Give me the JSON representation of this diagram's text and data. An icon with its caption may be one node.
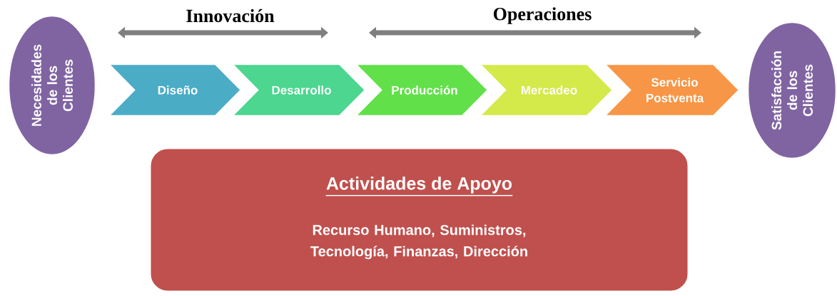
{
  "diagram": {
    "nodes": [
      {
        "text": [
          "Necesidades de los Clientes"
        ]
      },
      {
        "text": [
          "Diseño"
        ]
      },
      {
        "text": [
          "Desarrollo"
        ]
      },
      {
        "text": [
          "Producción"
        ]
      },
      {
        "text": [
          "Mercadeo"
        ]
      },
      {
        "text": [
          "Servicio Postventa"
        ]
      },
      {
        "text": [
          "Satisfacción de los Clientes"
        ]
      },
      {
        "text": [
          "Actividades de Apoyo",
          "Recurso Humano, Suministros, Tecnología, Finanzas, Dirección"
        ]
      }
    ],
    "labels": [
      "Innovación",
      "Operaciones"
    ]
  }
}
